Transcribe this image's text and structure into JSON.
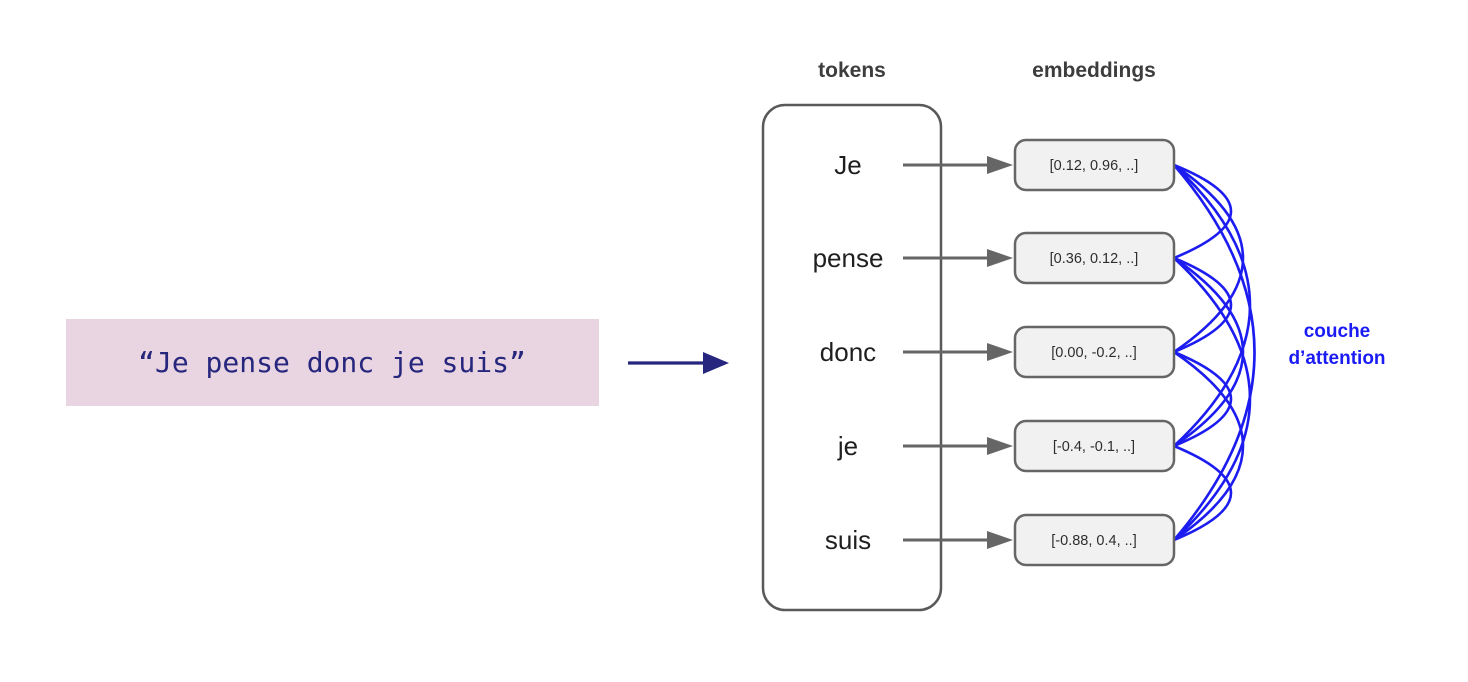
{
  "input": {
    "text": "“Je pense donc je suis”"
  },
  "columns": {
    "tokens_label": "tokens",
    "embeddings_label": "embeddings"
  },
  "tokens": [
    "Je",
    "pense",
    "donc",
    "je",
    "suis"
  ],
  "embeddings": [
    "[0.12, 0.96, ..]",
    "[0.36, 0.12, ..]",
    "[0.00, -0.2, ..]",
    "[-0.4, -0.1, ..]",
    "[-0.88, 0.4, ..]"
  ],
  "attention": {
    "label_line1": "couche",
    "label_line2": "d’attention"
  },
  "colors": {
    "attention_blue": "#1c1cf0",
    "navy": "#26267d",
    "input_box_pink": "#e9d4e1",
    "embedding_fill": "#f1f1f1",
    "box_border_gray": "#5c5c5c",
    "header_gray": "#3d3d3d"
  }
}
